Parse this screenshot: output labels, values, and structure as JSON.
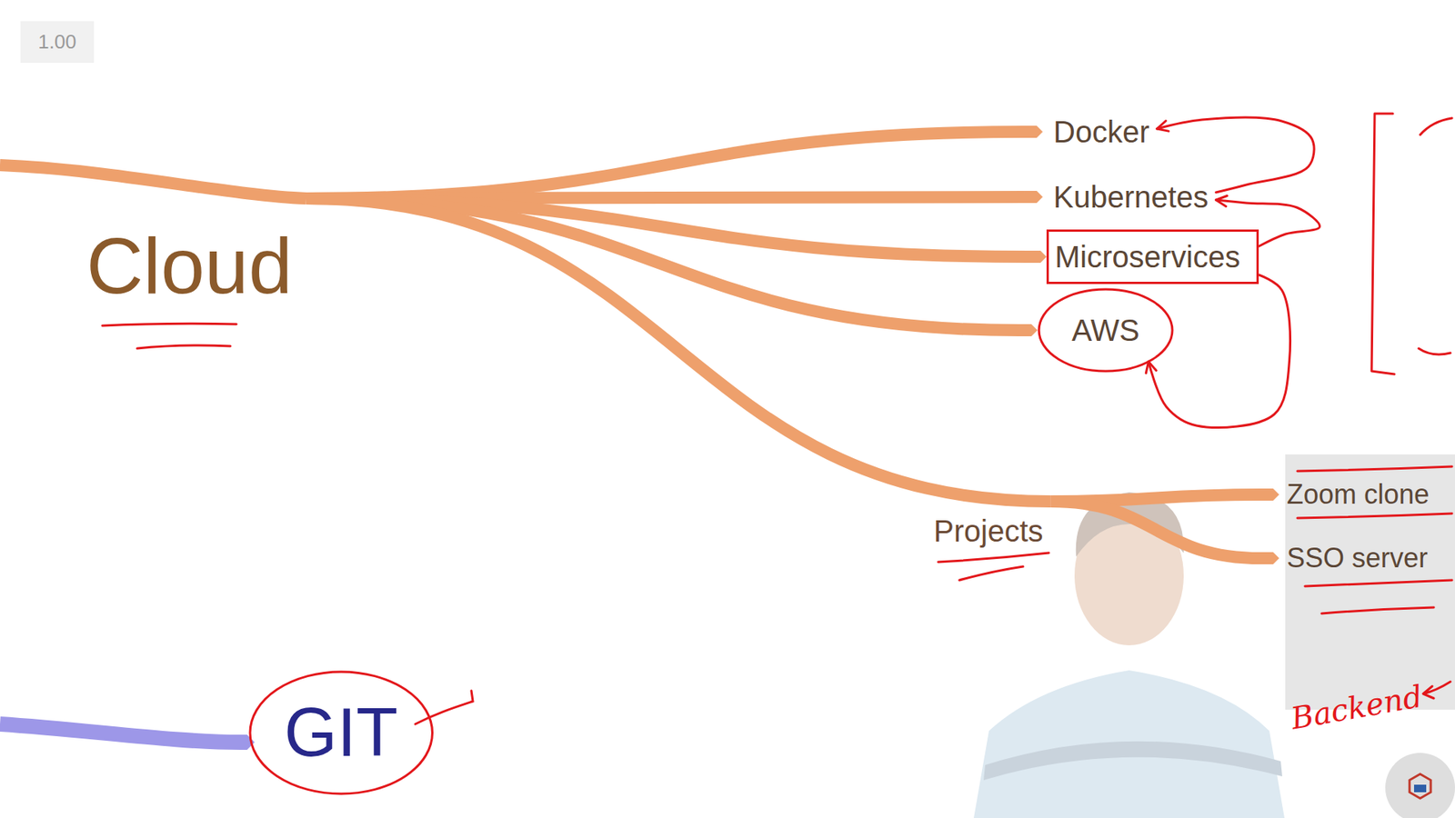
{
  "diagram": {
    "nodes": [
      {
        "text": [
          "Cloud"
        ]
      },
      {
        "text": [
          "Docker"
        ]
      },
      {
        "text": [
          "Kubernetes"
        ]
      },
      {
        "text": [
          "Microservices"
        ]
      },
      {
        "text": [
          "AWS"
        ]
      },
      {
        "text": [
          "Projects"
        ]
      },
      {
        "text": [
          "Zoom clone"
        ]
      },
      {
        "text": [
          "SSO server"
        ]
      },
      {
        "text": [
          "GIT"
        ]
      }
    ],
    "edges": [
      {
        "from": 0,
        "to": 1,
        "arrow": "to"
      },
      {
        "from": 0,
        "to": 2,
        "arrow": "to"
      },
      {
        "from": 0,
        "to": 3,
        "arrow": "to"
      },
      {
        "from": 0,
        "to": 4,
        "arrow": "to"
      },
      {
        "from": 0,
        "to": 5,
        "arrow": "none"
      },
      {
        "from": 5,
        "to": 6,
        "arrow": "to"
      },
      {
        "from": 5,
        "to": 7,
        "arrow": "to"
      },
      {
        "from": 2,
        "to": 1,
        "arrow": "to"
      },
      {
        "from": 3,
        "to": 2,
        "arrow": "to"
      },
      {
        "from": 3,
        "to": 4,
        "arrow": "to"
      }
    ],
    "labels": [
      "1.00",
      "Backend"
    ]
  }
}
